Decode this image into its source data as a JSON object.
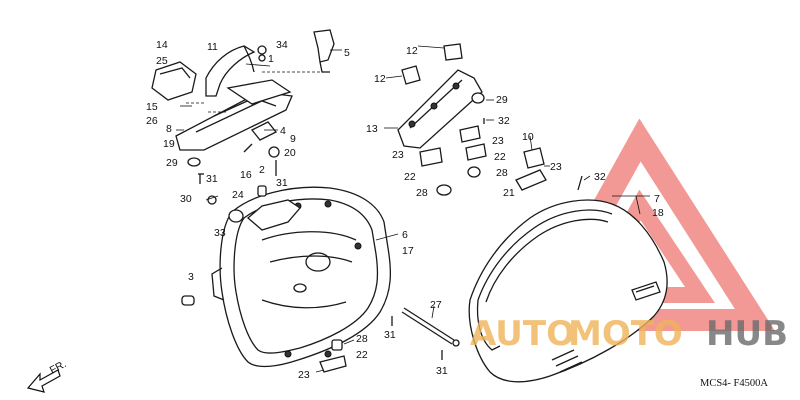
{
  "diagram": {
    "callouts": {
      "c1": "1",
      "c2": "2",
      "c3": "3",
      "c4": "4",
      "c5": "5",
      "c6": "6",
      "c7": "7",
      "c8": "8",
      "c9": "9",
      "c10": "10",
      "c11": "11",
      "c12a": "12",
      "c12b": "12",
      "c13": "13",
      "c14": "14",
      "c15": "15",
      "c16": "16",
      "c17": "17",
      "c18": "18",
      "c19": "19",
      "c20": "20",
      "c21": "21",
      "c22a": "22",
      "c22b": "22",
      "c22c": "22",
      "c23a": "23",
      "c23b": "23",
      "c23c": "23",
      "c23d": "23",
      "c24": "24",
      "c25": "25",
      "c26": "26",
      "c27": "27",
      "c28a": "28",
      "c28b": "28",
      "c28c": "28",
      "c29a": "29",
      "c29b": "29",
      "c30": "30",
      "c31a": "31",
      "c31b": "31",
      "c31c": "31",
      "c31d": "31",
      "c32a": "32",
      "c32b": "32",
      "c33": "33",
      "c34": "34"
    },
    "front_marker": "FR.",
    "figure_code": "MCS4- F4500A"
  },
  "watermark": {
    "text_part1": "AUTO",
    "text_part2": "MOTO",
    "text_part3": "HUB",
    "colors": {
      "triangle": "#e8463f",
      "auto": "#f0b45a",
      "moto": "#f0b45a",
      "hub": "#6b6b6b"
    }
  }
}
